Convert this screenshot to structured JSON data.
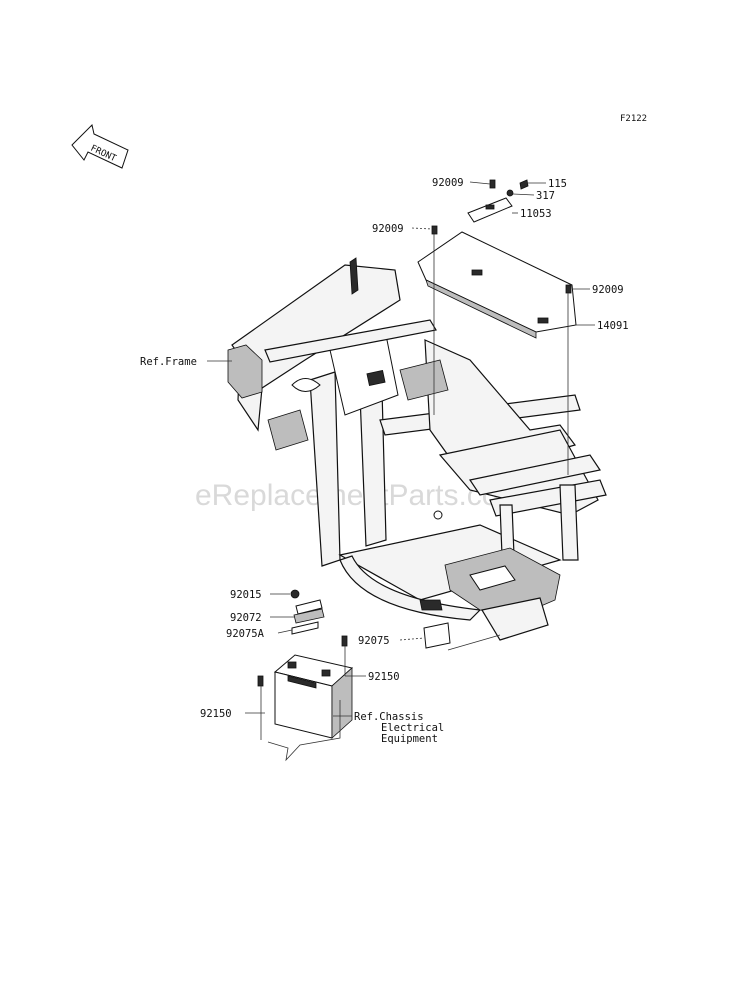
{
  "figure_code": "F2122",
  "front_label": "FRONT",
  "watermark": "eReplacementParts.com",
  "callouts": [
    {
      "id": "c1",
      "text": "92009"
    },
    {
      "id": "c2",
      "text": "115"
    },
    {
      "id": "c3",
      "text": "317"
    },
    {
      "id": "c4",
      "text": "92009"
    },
    {
      "id": "c5",
      "text": "11053"
    },
    {
      "id": "c6",
      "text": "92009"
    },
    {
      "id": "c7",
      "text": "14091"
    },
    {
      "id": "c8",
      "text": "Ref.Frame"
    },
    {
      "id": "c9",
      "text": "92015"
    },
    {
      "id": "c10",
      "text": "92072"
    },
    {
      "id": "c11",
      "text": "92075A"
    },
    {
      "id": "c12",
      "text": "92075"
    },
    {
      "id": "c13",
      "text": "92150"
    },
    {
      "id": "c14",
      "text": "92150"
    },
    {
      "id": "c15a",
      "text": "Ref.Chassis"
    },
    {
      "id": "c15b",
      "text": "Electrical"
    },
    {
      "id": "c15c",
      "text": "Equipment"
    }
  ]
}
